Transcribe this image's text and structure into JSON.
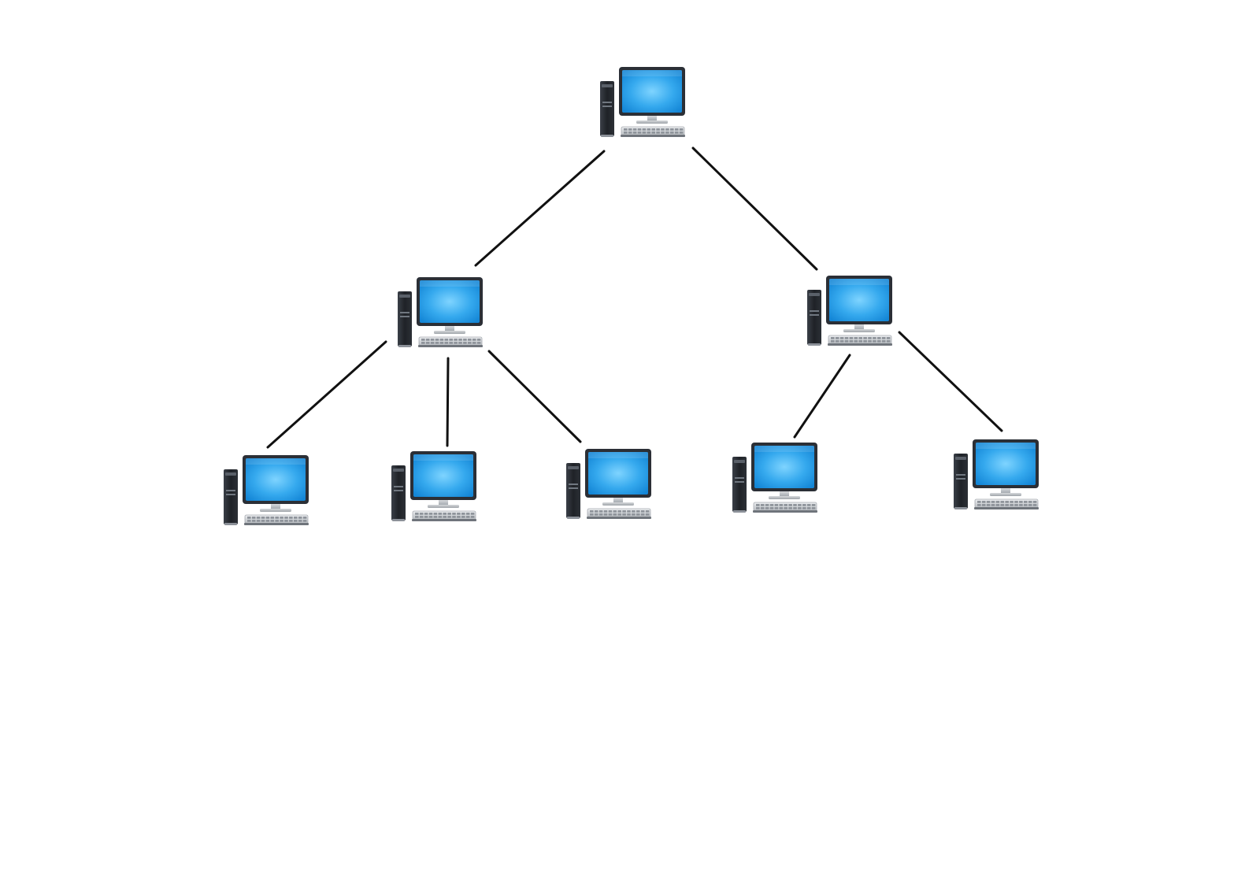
{
  "diagram": {
    "type": "tree-network-topology",
    "node_icon": "desktop-computer-icon",
    "colors": {
      "background": "#ffffff",
      "link": "#111111",
      "screen_center": "#7fd4ff",
      "screen_edge": "#1486d6",
      "bezel": "#2b2f36",
      "tower": "#1f2227",
      "keyboard": "#d8dbdf"
    },
    "nodes": [
      {
        "id": "root",
        "level": 0,
        "parent": null
      },
      {
        "id": "hub-left",
        "level": 1,
        "parent": "root"
      },
      {
        "id": "hub-right",
        "level": 1,
        "parent": "root"
      },
      {
        "id": "leaf-1",
        "level": 2,
        "parent": "hub-left"
      },
      {
        "id": "leaf-2",
        "level": 2,
        "parent": "hub-left"
      },
      {
        "id": "leaf-3",
        "level": 2,
        "parent": "hub-left"
      },
      {
        "id": "leaf-4",
        "level": 2,
        "parent": "hub-right"
      },
      {
        "id": "leaf-5",
        "level": 2,
        "parent": "hub-right"
      }
    ]
  }
}
